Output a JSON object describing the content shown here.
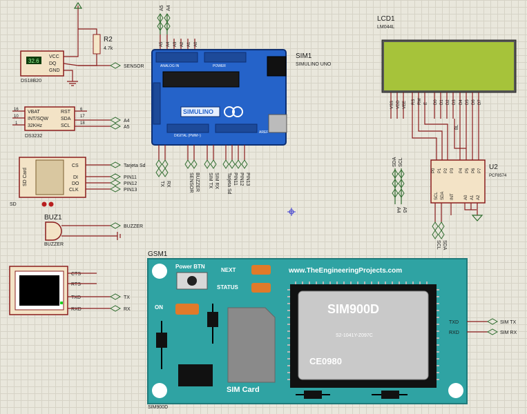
{
  "r2": {
    "ref": "R2",
    "value": "4.7k"
  },
  "ds18b20": {
    "name": "DS18B20",
    "display": "32.6",
    "pins": [
      "VCC",
      "DQ",
      "GND"
    ]
  },
  "sensor_net": "SENSOR",
  "ds3232": {
    "name": "DS3232",
    "left_pins": [
      "VBAT",
      "INT/SQW",
      "32KHz"
    ],
    "right_pins": [
      "RST",
      "SDA",
      "SCL"
    ],
    "nums_left": [
      "16",
      "10",
      "1"
    ],
    "nums_right": [
      "6",
      "17",
      "18"
    ],
    "net_a": "A4",
    "net_b": "A5"
  },
  "sd": {
    "name": "SD",
    "card": "SD Card",
    "pins": [
      "CS",
      "DI",
      "DO",
      "CLK"
    ],
    "nets": [
      "Tarjeta Sd",
      "PIN11",
      "PIN12",
      "PIN13"
    ]
  },
  "buzzer": {
    "ref": "BUZ1",
    "name": "BUZZER",
    "net": "BUZZER"
  },
  "terminal": {
    "pins": [
      "CTS",
      "RTS",
      "TXD",
      "RXD"
    ],
    "nets": [
      "TX",
      "RX"
    ]
  },
  "arduino": {
    "ref": "SIM1",
    "name": "SIMULINO UNO",
    "brand": "SIMULINO",
    "top_nets": [
      "A5",
      "A4"
    ],
    "top_pins": [
      "A5",
      "A4",
      "A3",
      "A2",
      "A1",
      "A0"
    ],
    "bottom_nets": [
      "TX",
      "RX",
      "SENSOR",
      "BUZZER",
      "SIM TX",
      "SIM RX",
      "Tarjeta Sd",
      "PIN11",
      "PIN12",
      "PIN13"
    ],
    "analog": "ANALOG IN",
    "digital": "DIGITAL (PWM~)",
    "power": "POWER",
    "aref": "AREF"
  },
  "lcd": {
    "ref": "LCD1",
    "name": "LM044L",
    "pins": [
      "VSS",
      "VDD",
      "VEE",
      "RS",
      "RW",
      "E",
      "D0",
      "D1",
      "D2",
      "D3",
      "D4",
      "D5",
      "D6",
      "D7"
    ],
    "bl": "BL"
  },
  "pcf": {
    "ref": "U2",
    "name": "PCF8574",
    "left_pins": [
      "SDA",
      "SCL",
      "INT"
    ],
    "right_pins": [
      "P0",
      "P1",
      "P2",
      "P3",
      "P4",
      "P5",
      "P6",
      "P7"
    ],
    "addr_pins": [
      "A0",
      "A1",
      "A2"
    ],
    "side_nets": [
      "SDA",
      "SCL",
      "A4",
      "A5"
    ],
    "bottom_nets": [
      "SCL",
      "SDA"
    ]
  },
  "gsm": {
    "ref": "GSM1",
    "name": "SIM900D",
    "url": "www.TheEngineeringProjects.com",
    "power_btn": "Power BTN",
    "next": "NEXT",
    "status": "STATUS",
    "on": "ON",
    "chip": "SIM900D",
    "chip_code": "S2-1041Y-Z097C",
    "ce": "CE0980",
    "sim": "SIM Card",
    "txd": "TXD",
    "rxd": "RXD",
    "net_tx": "SIM TX",
    "net_rx": "SIM RX"
  },
  "colors": {
    "arduino": "#2563c9",
    "gsm": "#2fa3a3",
    "lcd": "#a6c33a",
    "orange": "#e07a2a",
    "wire": "#8a1c1c",
    "net": "#2d6b2d"
  }
}
